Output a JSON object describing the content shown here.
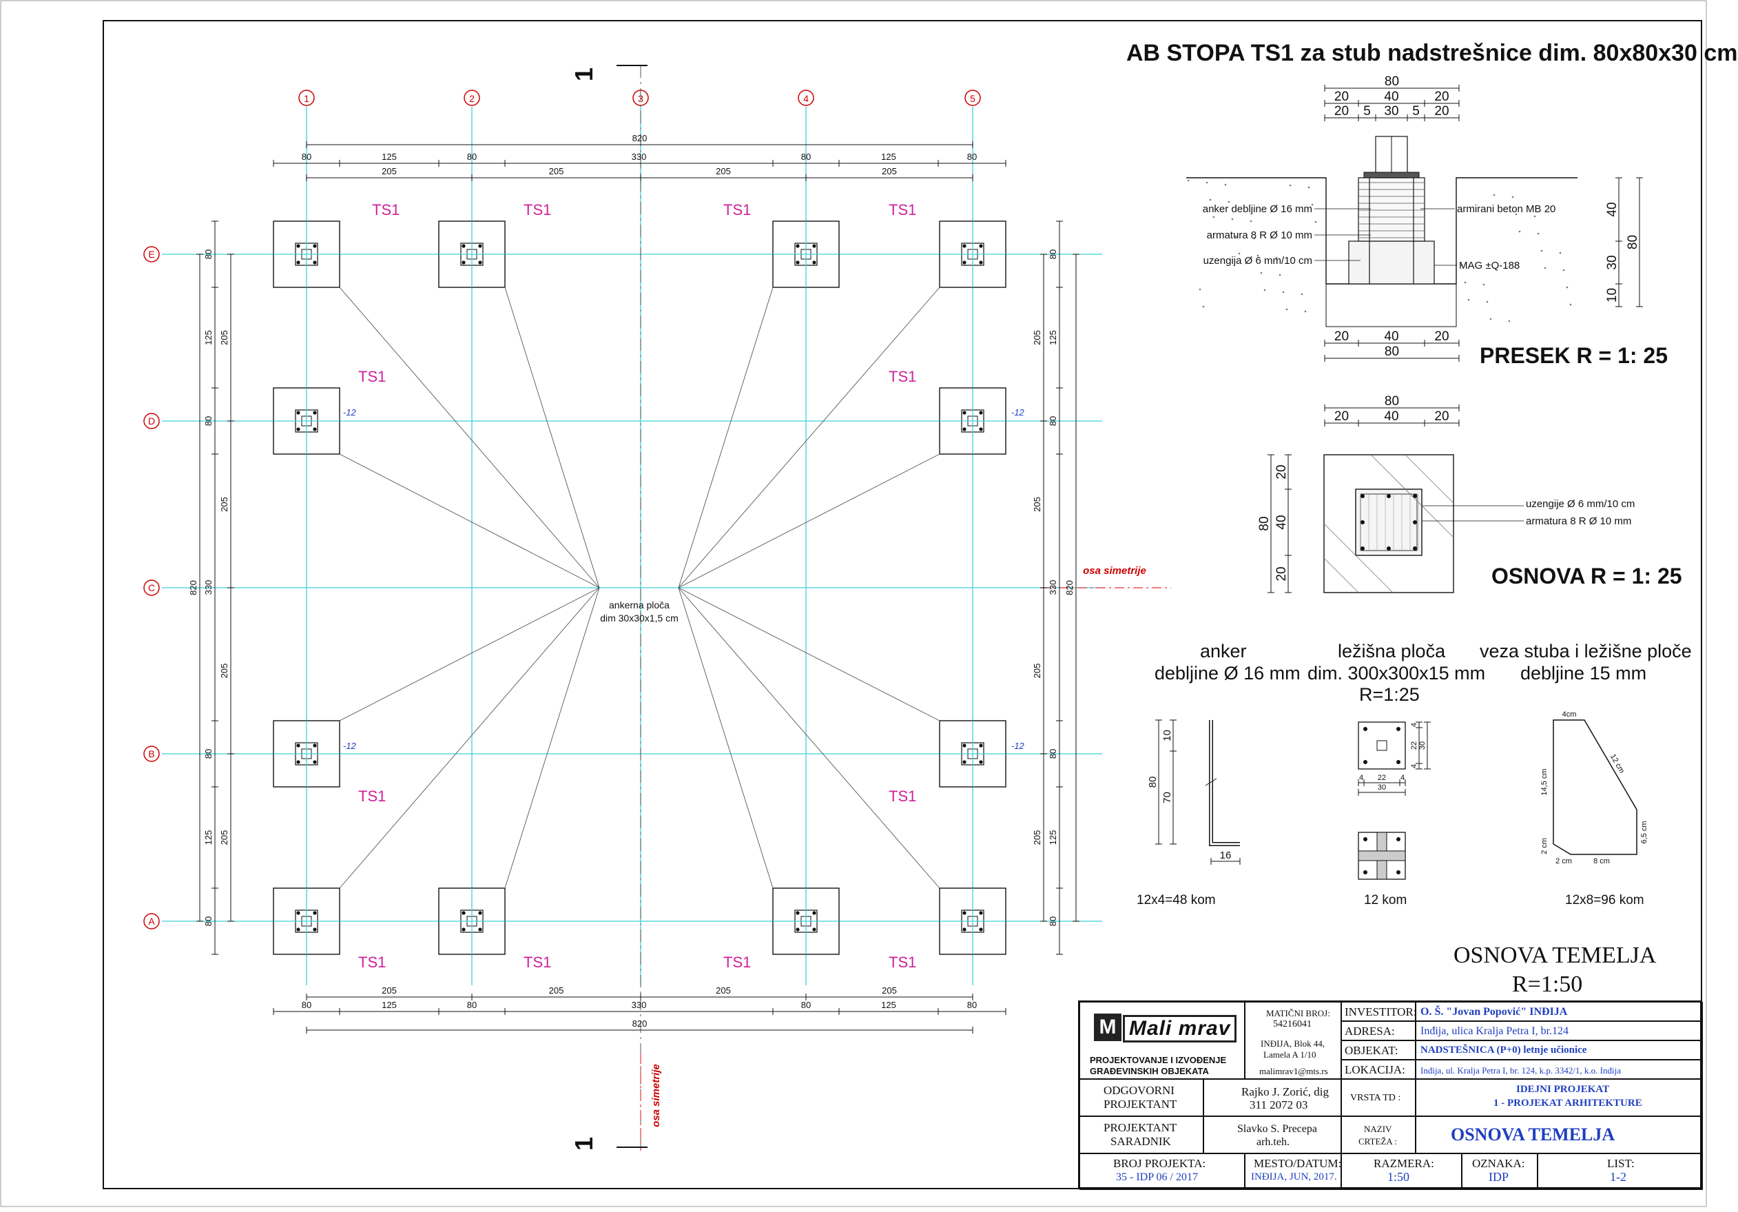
{
  "header": {
    "title": "AB STOPA  TS1 za stub nadstrešnice dim. 80x80x30 cm"
  },
  "plan": {
    "axes_x": [
      "1",
      "2",
      "3",
      "4",
      "5"
    ],
    "axes_y": [
      "E",
      "D",
      "C",
      "B",
      "A"
    ],
    "section_mark": "1",
    "symmetry_label": "osa simetrije",
    "footing_label": "TS1",
    "level_label": "-12",
    "anchor_plate_label_1": "ankerna ploča",
    "anchor_plate_label_2": "dim 30x30x1,5 cm",
    "dims_top_total": "820",
    "dims_top_row1": [
      "80",
      "125",
      "80",
      "330",
      "80",
      "125",
      "80"
    ],
    "dims_top_row2": [
      "205",
      "205",
      "205",
      "205"
    ],
    "dims_side_total": "820",
    "dims_side_row1": [
      "80",
      "125",
      "80",
      "330",
      "80",
      "125",
      "80"
    ],
    "dims_side_row2": [
      "205",
      "205",
      "205",
      "205"
    ],
    "title": "OSNOVA TEMELJA",
    "scale": "R=1:50"
  },
  "section": {
    "dims_top": {
      "total": "80",
      "row1": [
        "20",
        "40",
        "20"
      ],
      "row2": [
        "20",
        "5",
        "30",
        "5",
        "20"
      ]
    },
    "dims_bottom": {
      "row1": [
        "20",
        "40",
        "20"
      ],
      "total": "80"
    },
    "dims_right": {
      "parts": [
        "40",
        "30",
        "10"
      ],
      "total": "80"
    },
    "labels": {
      "anker": "anker debljine Ø 16 mm",
      "armatura": "armatura 8 R Ø 10 mm",
      "uzengija": "uzengija Ø 6 mm/10 cm",
      "beton": "armirani beton MB 20",
      "mag": "MAG ±Q-188"
    },
    "title": "PRESEK R = 1: 25"
  },
  "plan_detail": {
    "dims_top": {
      "total": "80",
      "row1": [
        "20",
        "40",
        "20"
      ]
    },
    "dims_left": {
      "total": "80",
      "parts": [
        "20",
        "40",
        "20"
      ]
    },
    "labels": {
      "uzengije": "uzengije Ø 6 mm/10 cm",
      "armatura": "armatura 8 R Ø 10 mm"
    },
    "title": "OSNOVA R = 1: 25"
  },
  "details": {
    "anker": {
      "title1": "anker",
      "title2": "debljine Ø 16 mm",
      "dims": [
        "10",
        "70",
        "80",
        "16"
      ],
      "count": "12x4=48 kom"
    },
    "plate": {
      "title1": "ležišna ploča",
      "title2": "dim. 300x300x15 mm",
      "title3": "R=1:25",
      "dims": [
        "4",
        "22",
        "4",
        "30"
      ],
      "count": "12 kom"
    },
    "veza": {
      "title1": "veza stuba i ležišne ploče",
      "title2": "debljine 15 mm",
      "dims": [
        "4cm",
        "12 cm",
        "14,5 cm",
        "6,5 cm",
        "2 cm",
        "2 cm",
        "8 cm"
      ],
      "count": "12x8=96 kom"
    }
  },
  "title_block": {
    "logo": "Mali mrav",
    "company_line1": "PROJEKTOVANJE I IZVOĐENJE",
    "company_line2": "GRAĐEVINSKIH OBJEKATA",
    "mb_label": "MATIČNI BROJ:",
    "mb_value": "54216041",
    "address1": "INĐIJA, Blok 44,",
    "address2": "Lamela A 1/10",
    "email": "malimrav1@mts.rs",
    "investitor_label": "INVESTITOR:",
    "investitor_value": "O. Š. \"Jovan Popović\" INĐIJA",
    "adresa_label": "ADRESA:",
    "adresa_value": "Inđija, ulica Kralja Petra I, br.124",
    "objekat_label": "OBJEKAT:",
    "objekat_value": "NADSTEŠNICA (P+0) letnje učionice",
    "lokacija_label": "LOKACIJA:",
    "lokacija_value": "Inđija, ul. Kralja Petra I, br. 124, k.p. 3342/1, k.o. Inđija",
    "odgovorni_label1": "ODGOVORNI",
    "odgovorni_label2": "PROJEKTANT",
    "odgovorni_name": "Rajko J. Zorić, dig",
    "odgovorni_no": "311 2072 03",
    "vrsta_label": "VRSTA TD :",
    "vrsta_value1": "IDEJNI PROJEKAT",
    "vrsta_value2": "1 - PROJEKAT ARHITEKTURE",
    "saradnik_label1": "PROJEKTANT",
    "saradnik_label2": "SARADNIK",
    "saradnik_name": "Slavko S. Precepa",
    "saradnik_title": "arh.teh.",
    "naziv_label1": "NAZIV",
    "naziv_label2": "CRTEŽA :",
    "naziv_value": "OSNOVA TEMELJA",
    "broj_label": "BROJ PROJEKTA:",
    "broj_value": "35 - IDP 06 / 2017",
    "mesto_label": "MESTO/DATUM:",
    "mesto_value": "INĐIJA, JUN, 2017.",
    "razmera_label": "RAZMERA:",
    "razmera_value": "1:50",
    "oznaka_label": "OZNAKA:",
    "oznaka_value": "IDP",
    "list_label": "LIST:",
    "list_value": "1-2"
  }
}
